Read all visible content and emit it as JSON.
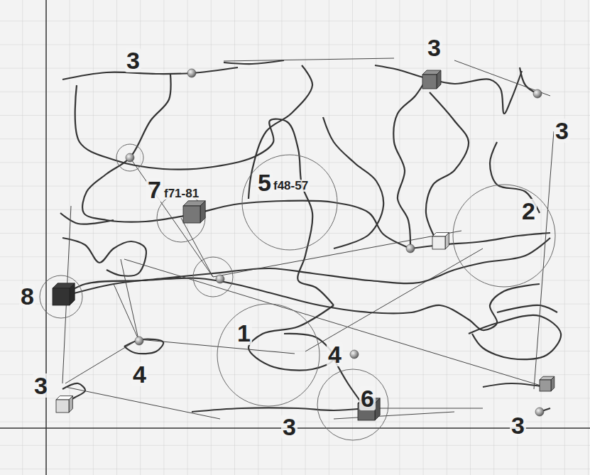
{
  "diagram": {
    "labels": [
      "3",
      "3",
      "3",
      "7",
      "f71-81",
      "5",
      "f48-57",
      "2",
      "8",
      "1",
      "4",
      "4",
      "3",
      "6",
      "3",
      "3"
    ]
  }
}
